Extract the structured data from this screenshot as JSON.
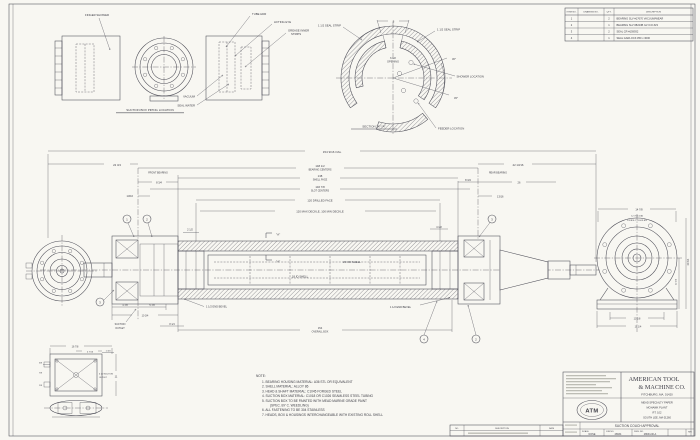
{
  "colors": {
    "paper": "#f8f7f2",
    "ink": "#4c4c56",
    "text": "#3e3e47"
  },
  "piping": {
    "finger_shower": "FINGER SHOWER",
    "tube_hdr": "TUBE HDR",
    "lifting_eye": "LIFTING EYE",
    "grease_1": "GREASE INNER",
    "grease_2": "STRIPS",
    "vacuum": "VACUUM",
    "seal_water": "SEAL WATER",
    "caption": "SUCTION BOX PIPING LOCATION"
  },
  "section": {
    "seal_left": "1 1/2 SEAL STRIP",
    "seal_right": "1 1/2 SEAL STRIP",
    "shower": "SHOWER LOCATION",
    "feeder": "FEEDER LOCATION",
    "dim8": "8",
    "opening1": "6 1/2",
    "opening2": "OPENING",
    "ang30": "30°",
    "ang45": "45°",
    "caption": "SECTION \"A\"-\"A\""
  },
  "parts_table": {
    "headers": {
      "item": "ITEM NO.",
      "drawing": "DRAWING NO.",
      "qty": "QTY.",
      "description": "DESCRIPTION"
    },
    "rows": [
      {
        "item": "1",
        "qty": "2",
        "description": "BEARING SLV #17670 VACUUM/WEAR"
      },
      {
        "item": "2",
        "qty": "1",
        "description": "BEARING SLV #8223B GLYCO #23"
      },
      {
        "item": "3",
        "qty": "2",
        "description": "SEAL CR #159932"
      },
      {
        "item": "4",
        "qty": "1",
        "description": "SEAL GARLOCK #50 x 3000"
      }
    ]
  },
  "main": {
    "oal": "154 9/16 OAL",
    "d2234": "22 3/4",
    "front_bearing": "FRONT BEARING",
    "d834l": "8 3/4",
    "d1316l": "13/16",
    "bc1": "148 1/2",
    "bc2": "BEARING CENTERS",
    "sf1": "138",
    "sf2": "SHELL FACE",
    "sc1": "146 7/8",
    "sc2": "SLOT CENTERS",
    "drilled": "120 DRILLED FACE",
    "deckle": "120 MAX DECKLE, 100 MIN DECKLE",
    "rear_bearing": "REAR BEARING",
    "d834r": "8 3/4",
    "d26": "26",
    "d1316r": "13/16",
    "d42": "42 13/16",
    "d212": "2 1/2",
    "d412": "4 1/2",
    "a1": "\"A\"",
    "a2": "\"A\"",
    "od_shell": "20 OD SHELL",
    "id_shell": "18 ID SHELL",
    "bevel_l": "1 1/2 END BEVEL",
    "bevel_r": "1 1/2 END BEVEL",
    "ob1": "154",
    "ob2": "OVERALL BOX",
    "d478": "4 7/8",
    "d578": "5 7/8",
    "d1034": "10 3/4",
    "d814": "8 1/4",
    "suction1": "SUCTION",
    "suction2": "OUTLET",
    "b1": "1",
    "b2": "2",
    "b3": "3",
    "b4": "4",
    "b3r": "3",
    "b2r": "2"
  },
  "rear_view": {
    "d1478": "14 7/8",
    "dia": "12 7/16 DIA",
    "bc": "8 5/8 B.C. 8 HOLES",
    "d2034": "20 3/4",
    "d1214": "12 1/4",
    "d1318": "13 1/8",
    "d1614": "16 1/4"
  },
  "outlet": {
    "d1678": "16 7/8",
    "d4716": "4 7/16",
    "d134": "1 3/4",
    "d11": "11",
    "d58": "5/8",
    "d78": "7/8",
    "d18": "1/8",
    "lbl1": "6 1/2 SUCTION",
    "lbl2": "OUTLET"
  },
  "notes": {
    "title": "NOTE:",
    "items": [
      "1. BEARING HOUSING MATERIAL: A36 STL OR EQUIVALENT",
      "2. SHELL MATERIAL: ALLOY 86",
      "3. HEAD & SHAFT MATERIAL: C1045 FORGED STEEL",
      "4. SUCTION BOX MATERIAL: C1018 OR C1026 SEAMLESS STEEL TUBING",
      "5. SUCTION BOX TO BE PAINTED WITH MEAD MARINE GRADE PAINT",
      "(SPEC. BY C. WEEDLING)",
      "6. ALL FASTENING TO BE 304 STAINLESS",
      "7. HEADS, BOX & HOUSINGS INTERCHANGEABLE WITH EXISTING ROLL SHELL"
    ]
  },
  "title_block": {
    "company_1": "AMERICAN TOOL",
    "company_2": "& MACHINE CO.",
    "city": "FITCHBURG, MA. 01420",
    "customer_1": "MEAD SPECIALTY PAPER",
    "customer_2": "MOHAWK PLANT",
    "customer_3": "RT. 102",
    "customer_4": "SOUTH LEE, MA 01260",
    "drawing_title": "SUCTION COUCH APPROVAL",
    "scale_label": "SCALE:",
    "scale_value": "NONE",
    "job_label": "JOB NO.",
    "job_value": "28634",
    "dwg_label": "DWG. NO.",
    "dwg_value": "28634-00-A",
    "rev_label": "REV",
    "stamp": "ATM"
  },
  "rev_strip": {
    "no": "NO.",
    "description": "DESCRIPTION",
    "date": "DATE"
  }
}
